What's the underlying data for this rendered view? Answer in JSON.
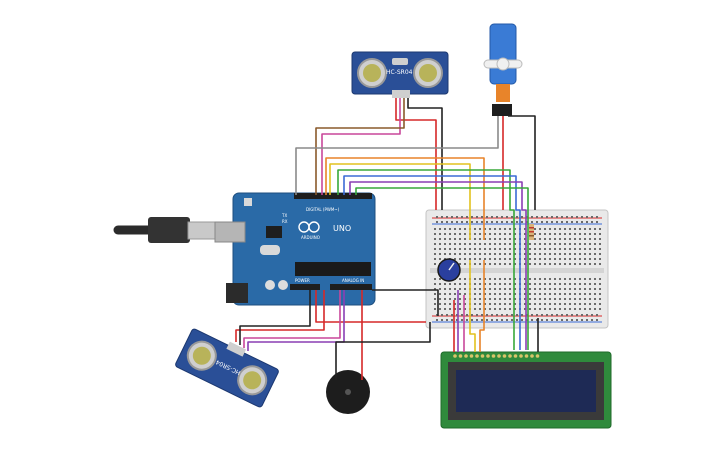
{
  "components": {
    "arduino": {
      "brand_label": "ARDUINO",
      "model_label": "UNO",
      "digital_label": "DIGITAL (PWM~)",
      "power_label": "POWER",
      "analog_label": "ANALOG IN",
      "tx_label": "TX",
      "rx_label": "RX"
    },
    "sensor_top": {
      "label": "HC-SR04"
    },
    "sensor_bottom": {
      "label": "HC-SR04"
    }
  },
  "colors": {
    "board": "#2a6aa7",
    "breadboard": "#e9e9e9",
    "lcd_board": "#2f8a3c",
    "lcd_screen": "#1e2a55",
    "buzzer": "#1d1d1d",
    "wire_red": "#d62828",
    "wire_black": "#222222",
    "wire_orange": "#e8842a",
    "wire_yellow": "#e2c21e",
    "wire_green": "#38a83a",
    "wire_blue": "#3b6bd6",
    "wire_purple": "#8a3fb4",
    "wire_pink": "#c8479a",
    "wire_grey": "#8a8a8a",
    "wire_brown": "#8a5a2b"
  }
}
